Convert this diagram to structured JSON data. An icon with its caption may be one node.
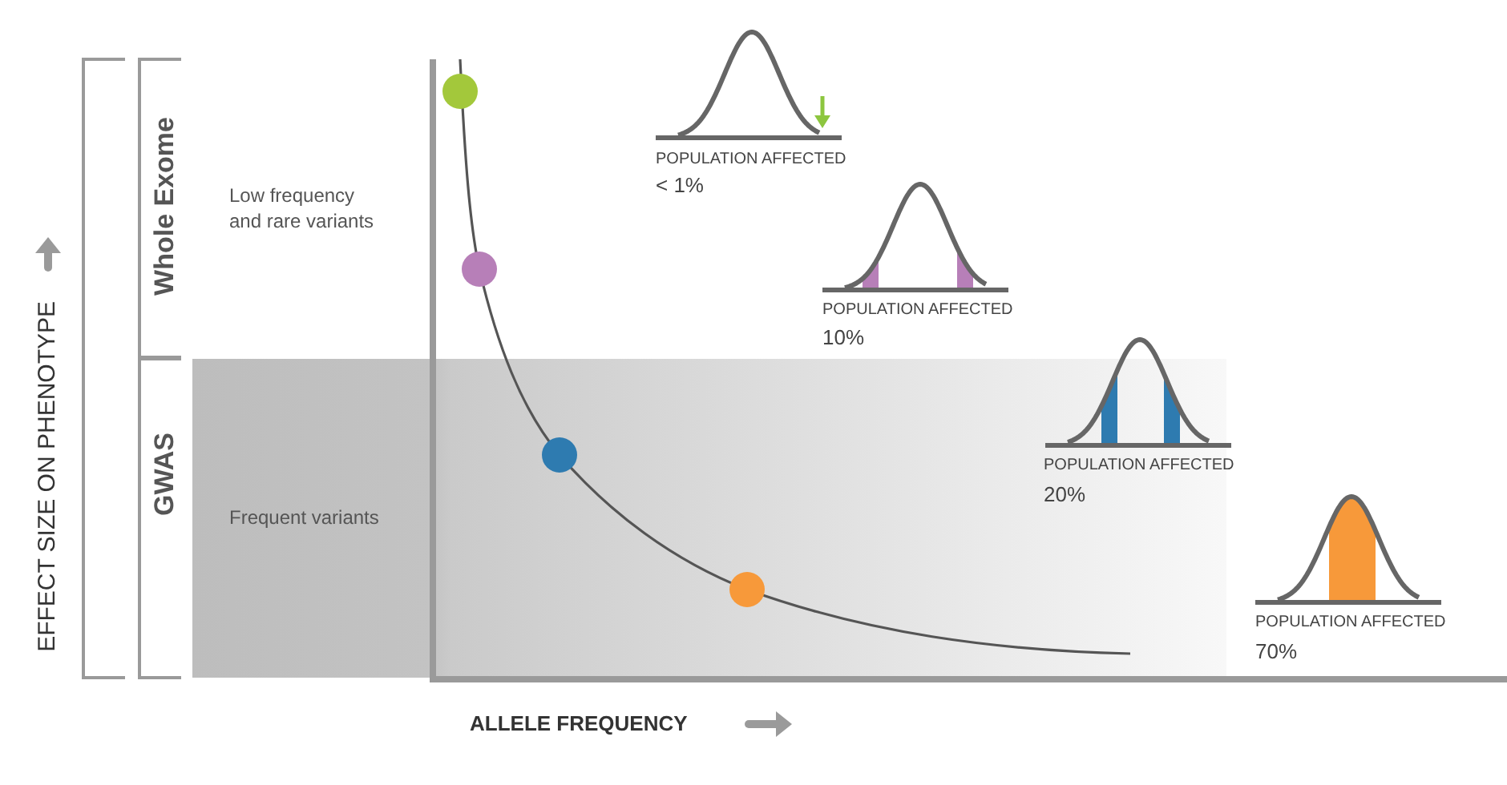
{
  "diagram": {
    "labels": [
      "EFFECT SIZE ON PHENOTYPE",
      "Whole Exome",
      "Low frequency and rare variants",
      "GWAS",
      "Frequent variants",
      "POPULATION AFFECTED",
      "< 1%",
      "POPULATION AFFECTED",
      "10%",
      "POPULATION AFFECTED",
      "20%",
      "POPULATION AFFECTED",
      "70%",
      "ALLELE FREQUENCY"
    ]
  }
}
